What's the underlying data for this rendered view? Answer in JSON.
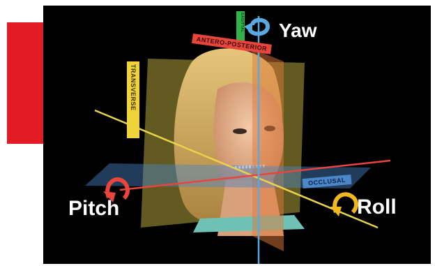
{
  "labels": {
    "yaw": "Yaw",
    "pitch": "Pitch",
    "roll": "Roll",
    "antero_posterior": "Antero-posterior",
    "transverse": "Transverse",
    "occlusal": "Occlusal",
    "sagittal": "Sagittal"
  },
  "colors": {
    "accent_red": "#e31b23",
    "background": "#000000",
    "axis_yellow": "#e8d44a",
    "axis_red": "#e8453c",
    "axis_blue": "#5aa8e0",
    "plane_yellow": "#d9c84a",
    "plane_orange": "#e07a3a",
    "plane_blue": "#4a86c8",
    "tag_green": "#2fb34a"
  },
  "icons": [
    "yaw-rotation-arrow-icon",
    "pitch-rotation-arrow-icon",
    "roll-rotation-arrow-icon"
  ]
}
